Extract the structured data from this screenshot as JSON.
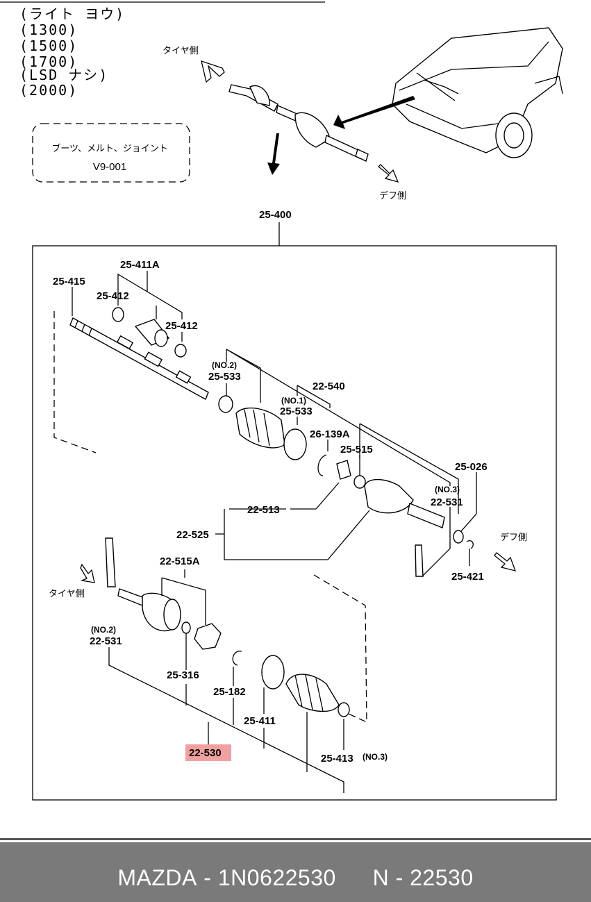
{
  "variant_lines": [
    "(ライト ヨウ)",
    "(1300)",
    "(1500)",
    "(1700)",
    "(LSD ナシ)",
    "(2000)"
  ],
  "reference_box": {
    "line1": "ブーツ、メルト、ジョイント",
    "line2": "V9-001"
  },
  "directions": {
    "tire_side": "タイヤ側",
    "diff_side": "デフ側"
  },
  "labels": {
    "assy": "25-400",
    "p25_411A": "25-411A",
    "p25_415": "25-415",
    "p25_412_a": "25-412",
    "p25_412_b": "25-412",
    "no2_a": "(NO.2)",
    "p25_533_a": "25-533",
    "p22_540": "22-540",
    "no1": "(NO.1)",
    "p25_533_b": "25-533",
    "p26_139A": "26-139A",
    "p25_515": "25-515",
    "p25_026": "25-026",
    "no3_a": "(NO.3)",
    "p22_531_a": "22-531",
    "p22_513": "22-513",
    "p22_525": "22-525",
    "p25_421": "25-421",
    "p22_515A": "22-515A",
    "no2_b": "(NO.2)",
    "p22_531_b": "22-531",
    "p25_316": "25-316",
    "p25_182": "25-182",
    "p25_411": "25-411",
    "p22_530": "22-530",
    "p25_413": "25-413",
    "no3_b": "(NO.3)"
  },
  "highlight_color": "#f0a0a0",
  "footer": {
    "brand": "MAZDA",
    "sep": "-",
    "part_number": "1N0622530",
    "suffix": "N - 22530"
  }
}
